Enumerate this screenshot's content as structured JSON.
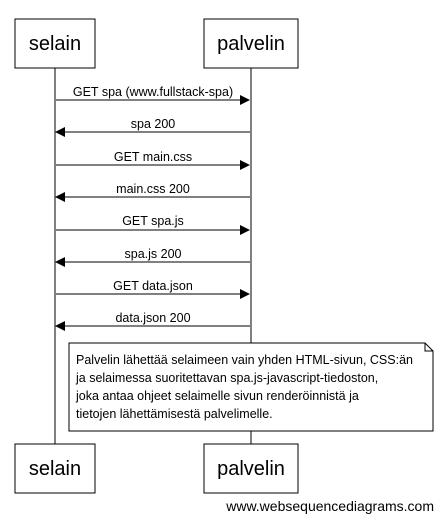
{
  "participants": [
    {
      "id": "selain",
      "label": "selain"
    },
    {
      "id": "palvelin",
      "label": "palvelin"
    }
  ],
  "messages": [
    {
      "from": "selain",
      "to": "palvelin",
      "label": "GET spa (www.fullstack-spa)"
    },
    {
      "from": "palvelin",
      "to": "selain",
      "label": "spa 200"
    },
    {
      "from": "selain",
      "to": "palvelin",
      "label": "GET main.css"
    },
    {
      "from": "palvelin",
      "to": "selain",
      "label": "main.css 200"
    },
    {
      "from": "selain",
      "to": "palvelin",
      "label": "GET spa.js"
    },
    {
      "from": "palvelin",
      "to": "selain",
      "label": "spa.js 200"
    },
    {
      "from": "selain",
      "to": "palvelin",
      "label": "GET data.json"
    },
    {
      "from": "palvelin",
      "to": "selain",
      "label": "data.json 200"
    }
  ],
  "note": {
    "lines": [
      "Palvelin lähettää selaimeen vain yhden HTML-sivun, CSS:än",
      "ja selaimessa suoritettavan spa.js-javascript-tiedoston,",
      "joka antaa ohjeet selaimelle sivun renderöinnistä ja",
      "tietojen lähettämisestä palvelimelle."
    ]
  },
  "footer": {
    "text": "www.websequencediagrams.com"
  }
}
